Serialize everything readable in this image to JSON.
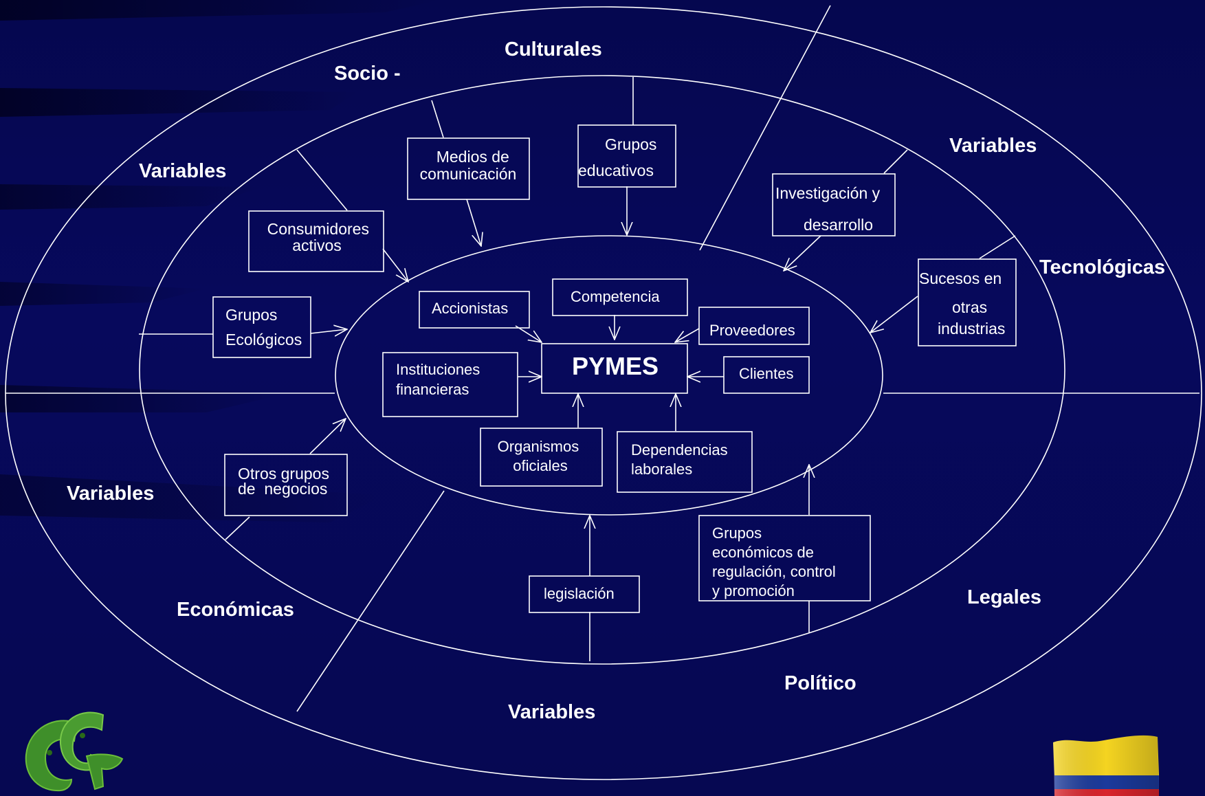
{
  "center": "PYMES",
  "ring_labels": {
    "culturales": "Culturales",
    "socio": "Socio -",
    "variables_tl": "Variables",
    "variables_tr": "Variables",
    "tecnologicas": "Tecnológicas",
    "variables_left": "Variables",
    "economicas": "Económicas",
    "variables_bottom": "Variables",
    "politico": "Político",
    "legales": "Legales"
  },
  "middle_boxes": {
    "medios": [
      "Medios de",
      "comunicación"
    ],
    "grupos_educativos": [
      "Grupos",
      "educativos"
    ],
    "consumidores": [
      "Consumidores",
      "activos"
    ],
    "grupos_ecologicos": [
      "Grupos",
      "Ecológicos"
    ],
    "investigacion": [
      "Investigación y",
      "desarrollo"
    ],
    "sucesos": [
      "Sucesos en",
      "otras",
      "industrias"
    ],
    "otros_grupos": [
      "Otros grupos",
      "de  negocios"
    ],
    "legislacion": [
      "legislación"
    ],
    "grupos_economicos": [
      "Grupos",
      "económicos de",
      "regulación, control",
      "y promoción"
    ]
  },
  "inner_boxes": {
    "accionistas": [
      "Accionistas"
    ],
    "competencia": [
      "Competencia"
    ],
    "proveedores": [
      "Proveedores"
    ],
    "instituciones": [
      "Instituciones",
      "financieras"
    ],
    "clientes": [
      "Clientes"
    ],
    "organismos": [
      "Organismos",
      "oficiales"
    ],
    "dependencias": [
      "Dependencias",
      "laborales"
    ]
  },
  "colors": {
    "background": "#05074f",
    "stroke": "#ffffff",
    "logo_green": "#3f8f2a"
  },
  "icons": [
    "cg-logo-icon",
    "colombia-flag-icon"
  ]
}
